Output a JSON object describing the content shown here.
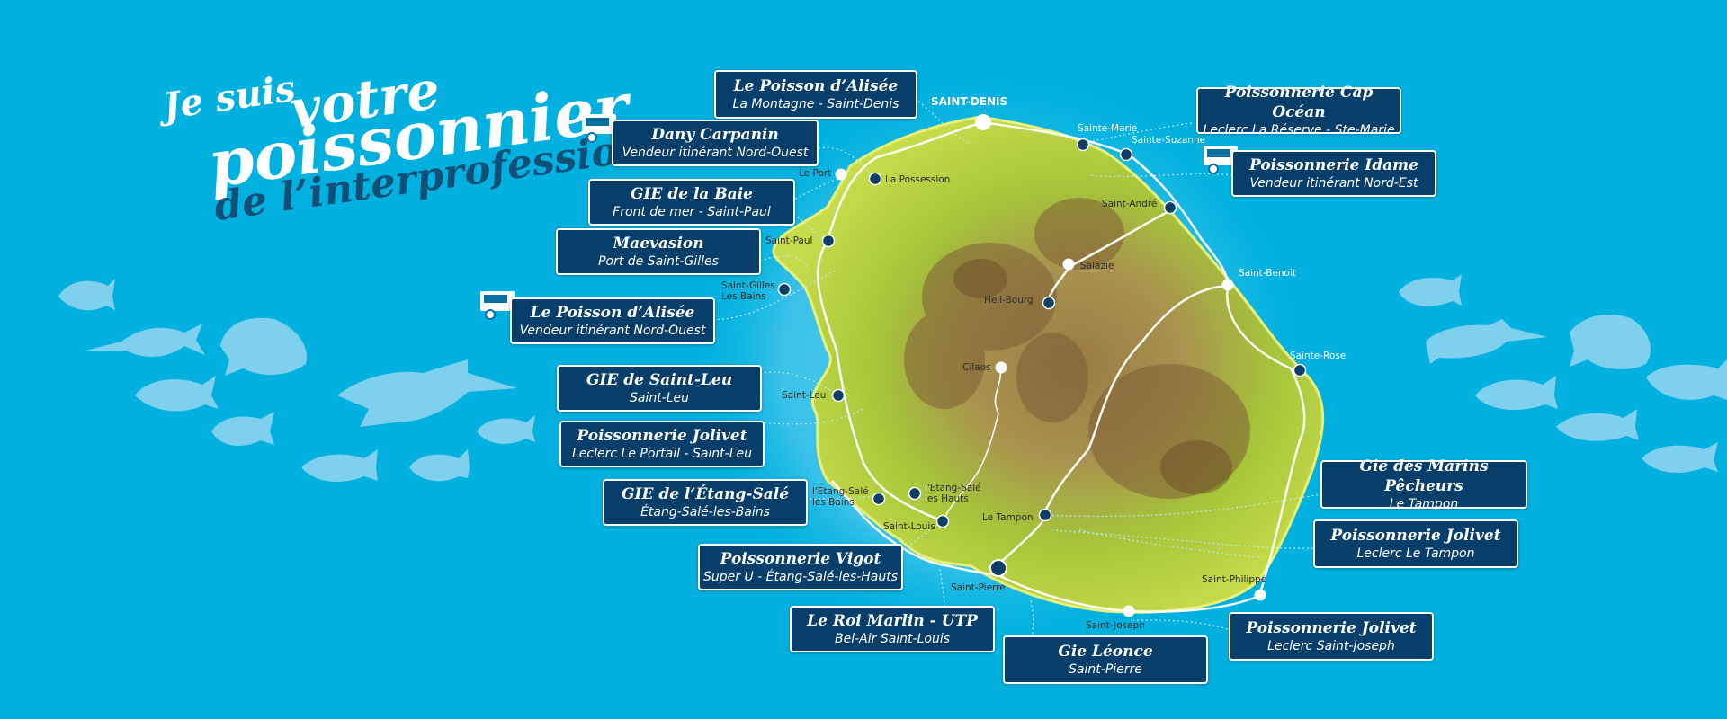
{
  "title": {
    "line1": "Je suis",
    "line2": "votre",
    "line3": "poissonnier",
    "line4": "de l’interprofession"
  },
  "colors": {
    "ocean": "#00b1df",
    "label_bg": "#073f6a",
    "island_green": "#a9c83a",
    "island_brown": "#8a6a3a",
    "fish": "#7fd0ee",
    "title_dark": "#0f4f78"
  },
  "icons": [
    "fish-silhouette-icon",
    "marlin-icon",
    "food-truck-icon"
  ],
  "towns": {
    "saint_denis": "SAINT-DENIS",
    "sainte_marie": "Sainte-Marie",
    "sainte_suzanne": "Sainte-Suzanne",
    "le_port": "Le Port",
    "la_possession": "La Possession",
    "saint_andre": "Saint-André",
    "saint_paul": "Saint-Paul",
    "salazie": "Salazie",
    "saint_gilles": "Saint-Gilles\nLes Bains",
    "saint_benoit": "Saint-Benoit",
    "hell_bourg": "Hell-Bourg",
    "sainte_rose": "Sainte-Rose",
    "cilaos": "Cilaos",
    "saint_leu": "Saint-Leu",
    "etang_sale_bains": "l'Etang-Salé\nles Bains",
    "etang_sale_hauts": "l'Etang-Salé\nles Hauts",
    "le_tampon": "Le Tampon",
    "saint_louis": "Saint-Louis",
    "saint_pierre": "Saint-Pierre",
    "saint_philippe": "Saint-Philippe",
    "saint_joseph": "Saint-Joseph"
  },
  "vendors": [
    {
      "name": "Le Poisson d’Alisée",
      "location": "La Montagne - Saint-Denis"
    },
    {
      "name": "Dany Carpanin",
      "location": "Vendeur itinérant Nord-Ouest"
    },
    {
      "name": "GIE de la Baie",
      "location": "Front de mer - Saint-Paul"
    },
    {
      "name": "Maevasion",
      "location": "Port de Saint-Gilles"
    },
    {
      "name": "Le Poisson d’Alisée",
      "location": "Vendeur itinérant Nord-Ouest"
    },
    {
      "name": "GIE de Saint-Leu",
      "location": "Saint-Leu"
    },
    {
      "name": "Poissonnerie Jolivet",
      "location": "Leclerc Le Portail - Saint-Leu"
    },
    {
      "name": "GIE de l’Étang-Salé",
      "location": "Étang-Salé-les-Bains"
    },
    {
      "name": "Poissonnerie Vigot",
      "location": "Super U - Étang-Salé-les-Hauts"
    },
    {
      "name": "Le Roi Marlin - UTP",
      "location": "Bel-Air Saint-Louis"
    },
    {
      "name": "Gie Léonce",
      "location": "Saint-Pierre"
    },
    {
      "name": "Poissonnerie Cap Océan",
      "location": "Leclerc La Réserve - Ste-Marie"
    },
    {
      "name": "Poissonnerie Idame",
      "location": "Vendeur itinérant Nord-Est"
    },
    {
      "name": "Gie des Marins Pêcheurs",
      "location": "Le Tampon"
    },
    {
      "name": "Poissonnerie Jolivet",
      "location": "Leclerc Le Tampon"
    },
    {
      "name": "Poissonnerie Jolivet",
      "location": "Leclerc Saint-Joseph"
    }
  ]
}
